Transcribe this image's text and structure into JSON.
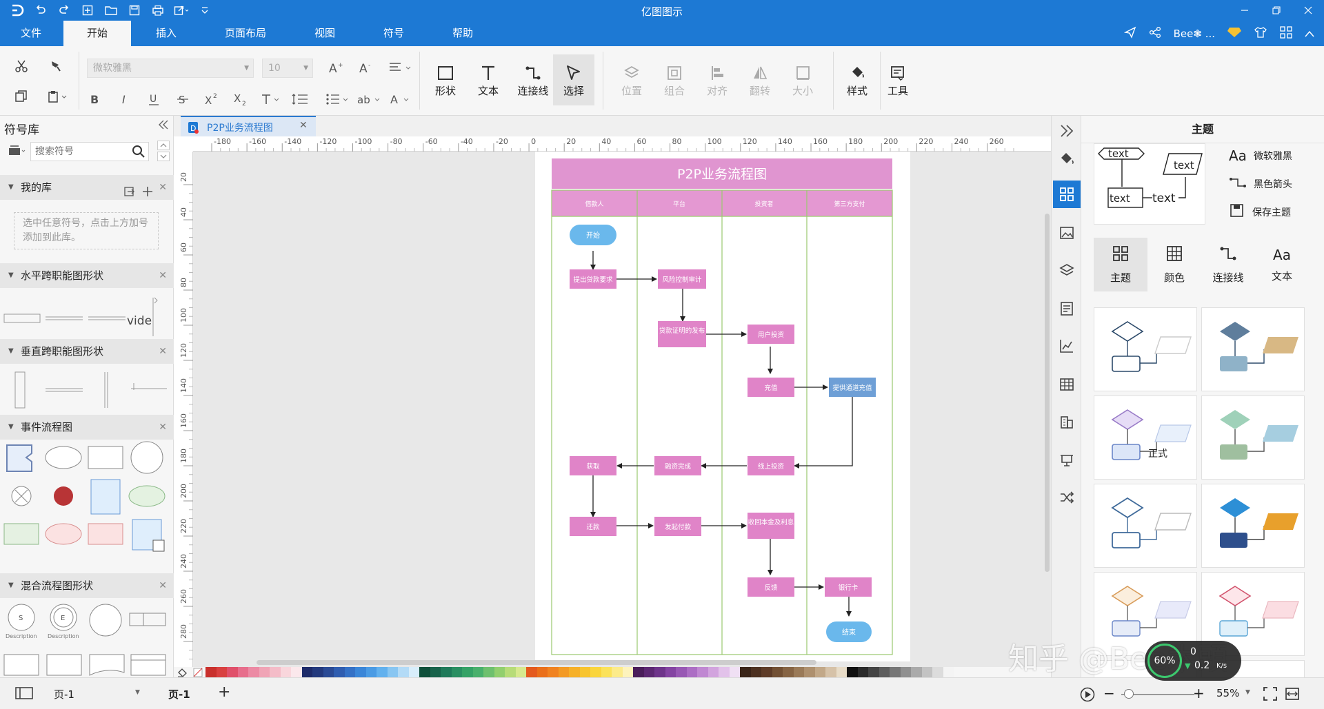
{
  "app": {
    "title": "亿图图示"
  },
  "menu": {
    "items": [
      "文件",
      "开始",
      "插入",
      "页面布局",
      "视图",
      "符号",
      "帮助"
    ],
    "active": "开始",
    "user": "Bee❃ ..."
  },
  "ribbon": {
    "font_name": "微软雅黑",
    "font_size": "10",
    "shape_label": "形状",
    "text_label": "文本",
    "connector_label": "连接线",
    "select_label": "选择",
    "position_label": "位置",
    "group_label": "组合",
    "align_label": "对齐",
    "flip_label": "翻转",
    "size_label": "大小",
    "style_label": "样式",
    "tools_label": "工具"
  },
  "symbol_library": {
    "title": "符号库",
    "search_placeholder": "搜索符号",
    "my_library": {
      "title": "我的库",
      "hint": "选中任意符号，点击上方加号添加到此库。"
    },
    "sections": [
      "水平跨职能图形状",
      "垂直跨职能图形状",
      "事件流程图",
      "混合流程图形状"
    ],
    "vide_label": "vide",
    "description_label": "Description",
    "s_label": "S",
    "e_label": "E"
  },
  "document": {
    "tab_name": "P2P业务流程图"
  },
  "rulers": {
    "h_ticks": [
      "-180",
      "-160",
      "-140",
      "-120",
      "-100",
      "-80",
      "-60",
      "-40",
      "-20",
      "0",
      "20",
      "40",
      "60",
      "80",
      "100",
      "120",
      "140",
      "160",
      "180",
      "200",
      "220",
      "240",
      "260"
    ],
    "v_ticks": [
      "20",
      "40",
      "60",
      "80",
      "100",
      "120",
      "140",
      "160",
      "180",
      "200",
      "220",
      "240",
      "260",
      "280"
    ]
  },
  "flowchart": {
    "title": "P2P业务流程图",
    "lanes": [
      "借款人",
      "平台",
      "投资者",
      "第三方支付"
    ],
    "nodes": {
      "start": "开始",
      "loan_request": "提出贷款要求",
      "risk_review": "风险控制审计",
      "loan_cert": "贷款证明的发布",
      "user_invest": "用户投资",
      "recharge": "充值",
      "channel": "提供通道充值",
      "online_invest": "线上投资",
      "financing_done": "融资完成",
      "obtain": "获取",
      "repay": "还款",
      "start_pay": "发起付款",
      "recover": "收回本金及利息",
      "feedback": "反馈",
      "bank_card": "银行卡",
      "end": "结束"
    }
  },
  "status": {
    "page_select": "页-1",
    "page_tab": "页-1",
    "zoom": "55%"
  },
  "right_panel": {
    "title": "主题",
    "preview_text": "text",
    "options": {
      "font": "微软雅黑",
      "arrow": "黑色箭头",
      "save": "保存主题"
    },
    "tabs": [
      "主题",
      "颜色",
      "连接线",
      "文本"
    ],
    "card_label": "正式"
  },
  "watermark": {
    "text": "知乎 @Bee木頭",
    "net_pct": "60%",
    "net_up": "0",
    "net_down": "0.2",
    "net_unit": "K/s"
  },
  "colors": {
    "accent": "#1d79d4",
    "lane_header": "#e295d1",
    "node_pink": "#e084c8",
    "node_blue": "#6ab8ec",
    "node_steel": "#6e9fd6",
    "lane_border": "#9ac96e"
  },
  "palette": [
    "#c9302c",
    "#d94040",
    "#e0506a",
    "#e76e8c",
    "#ec8aa4",
    "#f0a4b6",
    "#f4bcc8",
    "#f9d6dc",
    "#fbe8ec",
    "#1e2b6a",
    "#23397d",
    "#2a4a95",
    "#2f5db0",
    "#3471c6",
    "#3a86d8",
    "#4a9be4",
    "#62b1ee",
    "#88c6f2",
    "#b3dbf7",
    "#d8eefb",
    "#0f4f3a",
    "#17624a",
    "#1f7a5a",
    "#2a8f62",
    "#35a266",
    "#49b06c",
    "#6ec06e",
    "#92cf6e",
    "#b7dc78",
    "#d7e98e",
    "#e45a1e",
    "#ea6f1a",
    "#f08220",
    "#f39a24",
    "#f6b028",
    "#f8c42e",
    "#fad53c",
    "#fbe25a",
    "#fceb8a",
    "#fdf3bc",
    "#4a1e5a",
    "#5c2872",
    "#6e348a",
    "#8444a2",
    "#9858b4",
    "#ac6ec4",
    "#c088d2",
    "#d2a4de",
    "#e2c2ea",
    "#f0e0f4",
    "#3a2418",
    "#4c3020",
    "#5e3c28",
    "#725034",
    "#866444",
    "#9a7a58",
    "#ae906e",
    "#c2a888",
    "#d6c2a8",
    "#e8dcc8",
    "#111111",
    "#2b2b2b",
    "#444444",
    "#5d5d5d",
    "#777777",
    "#909090",
    "#aaaaaa",
    "#c3c3c3",
    "#dcdcdc",
    "#f4f4f4"
  ]
}
